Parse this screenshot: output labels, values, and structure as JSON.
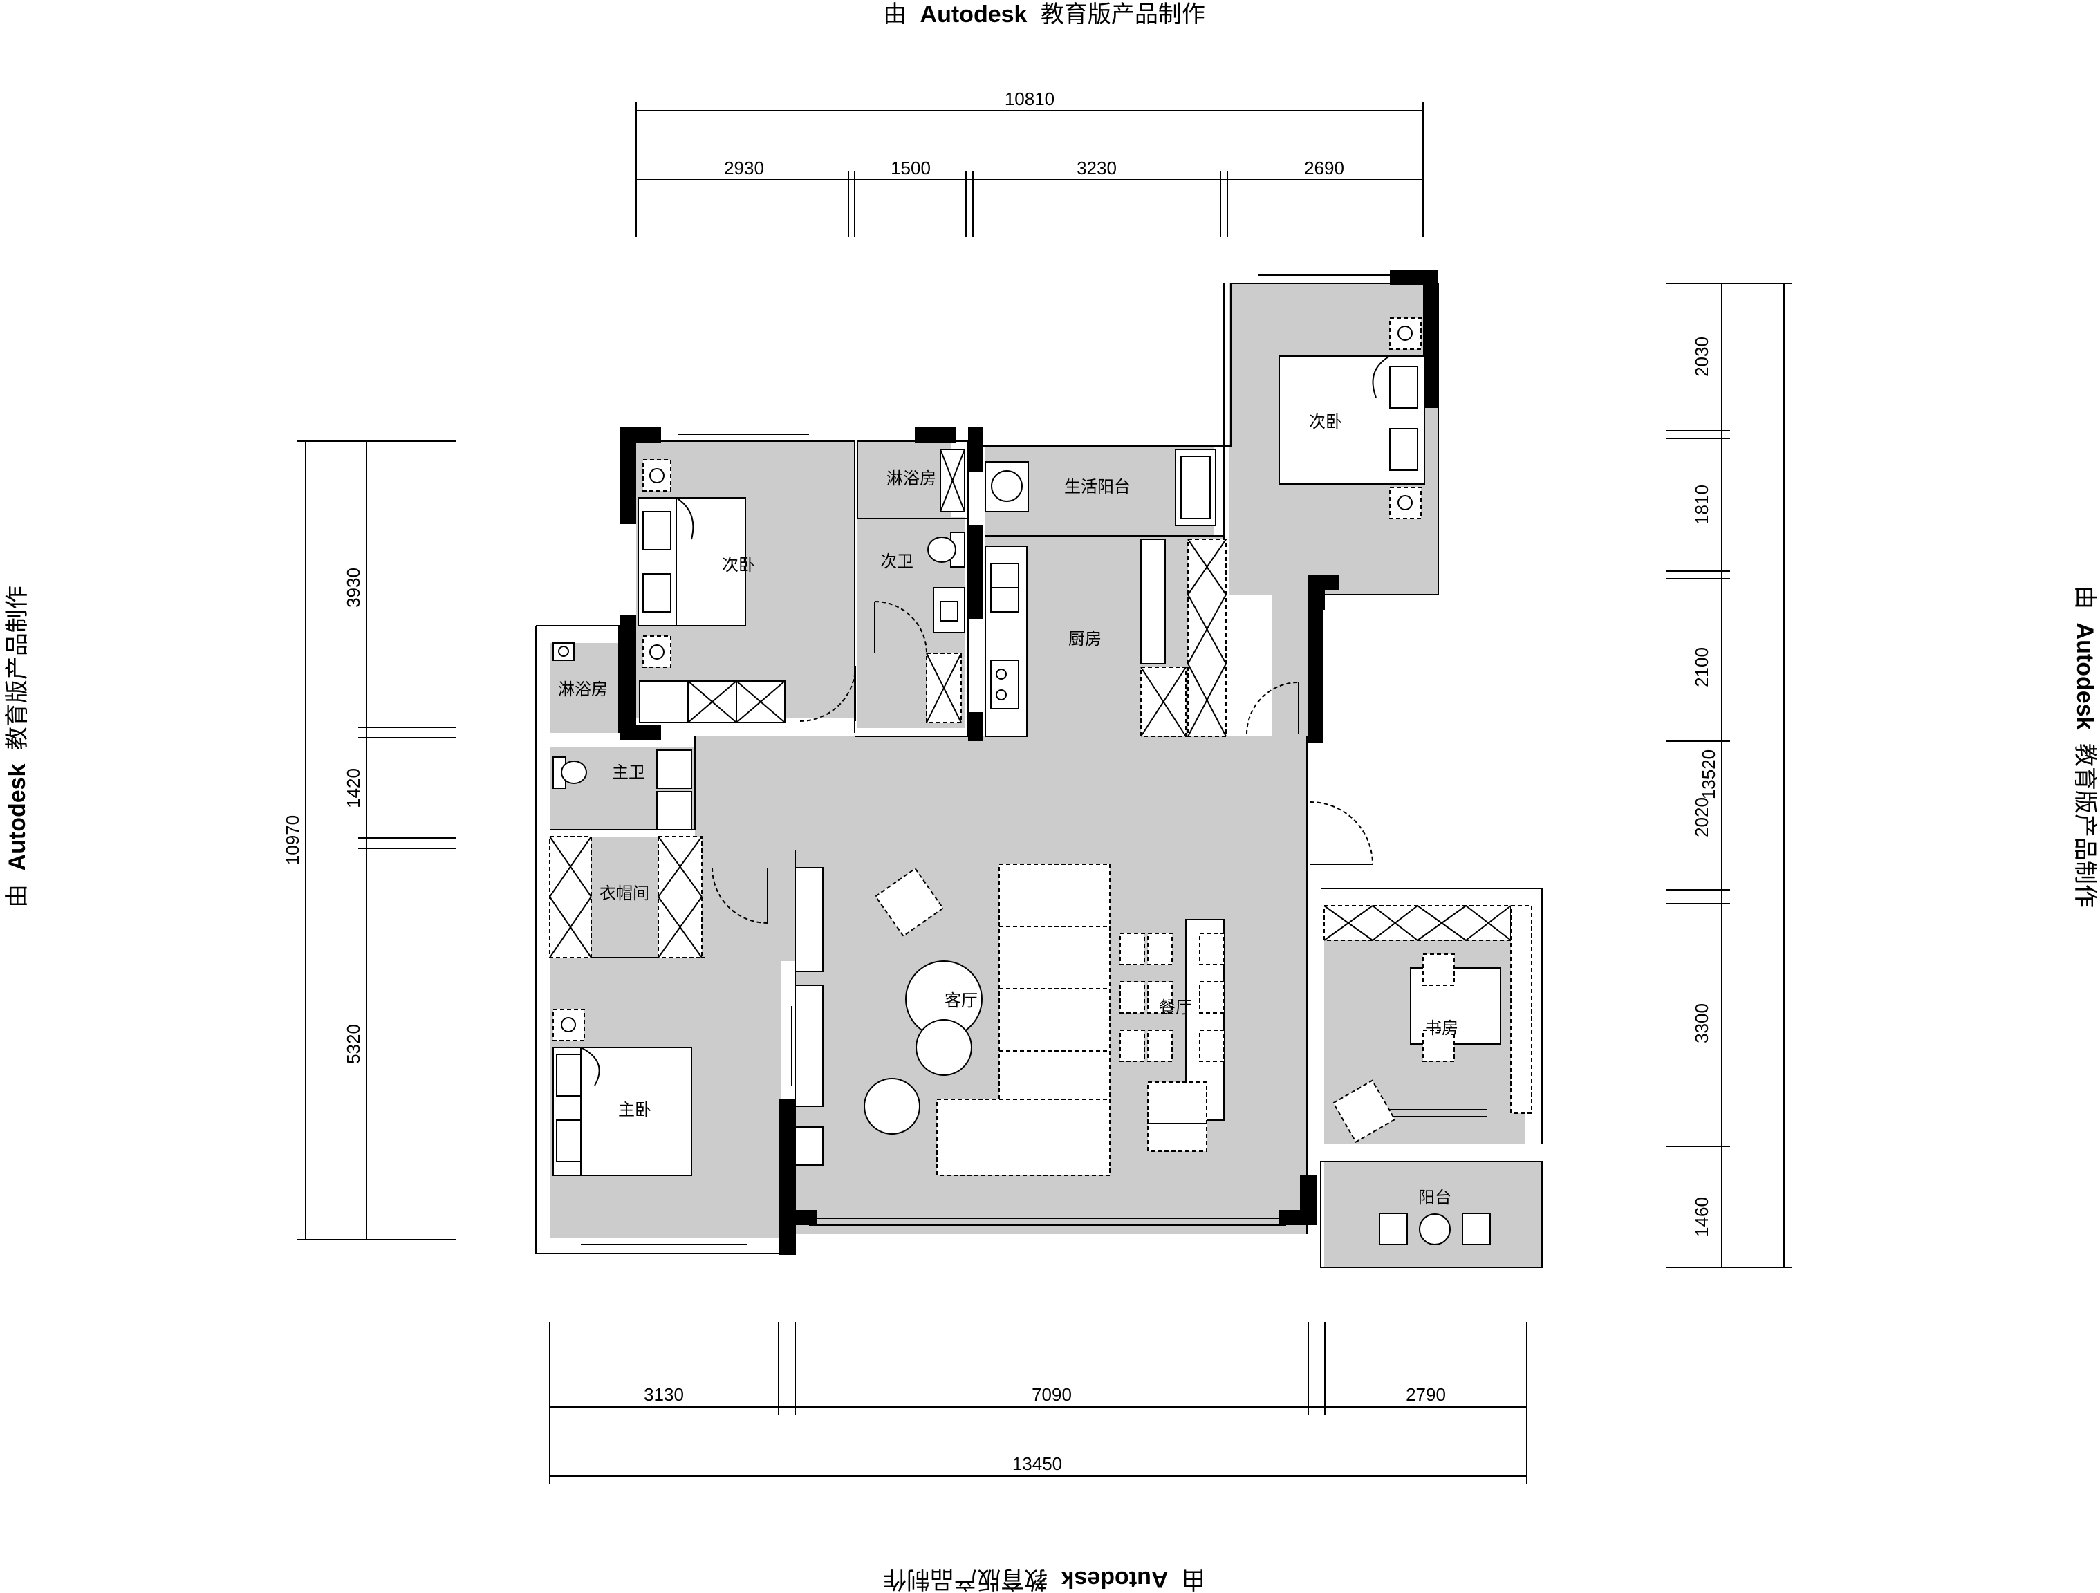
{
  "watermark": {
    "prefix": "由",
    "brand": "Autodesk",
    "suffix": "教育版产品制作"
  },
  "dimensions": {
    "top_total": "10810",
    "top_segments": [
      "2930",
      "1500",
      "3230",
      "2690"
    ],
    "bottom_total": "13450",
    "bottom_segments": [
      "3130",
      "7090",
      "2790"
    ],
    "left_total": "10970",
    "left_segments": [
      "3930",
      "1420",
      "5320"
    ],
    "right_total": "13520",
    "right_segments": [
      "2030",
      "1810",
      "2100",
      "2020",
      "3300",
      "1460"
    ]
  },
  "rooms": {
    "bedroom_left": "次卧",
    "shower_top": "淋浴房",
    "second_bath": "次卫",
    "utility_balcony": "生活阳台",
    "kitchen": "厨房",
    "bedroom_right": "次卧",
    "shower_left": "淋浴房",
    "master_bath": "主卫",
    "walk_in_closet": "衣帽间",
    "master_bedroom": "主卧",
    "living_room": "客厅",
    "dining_room": "餐厅",
    "study": "书房",
    "balcony": "阳台"
  }
}
